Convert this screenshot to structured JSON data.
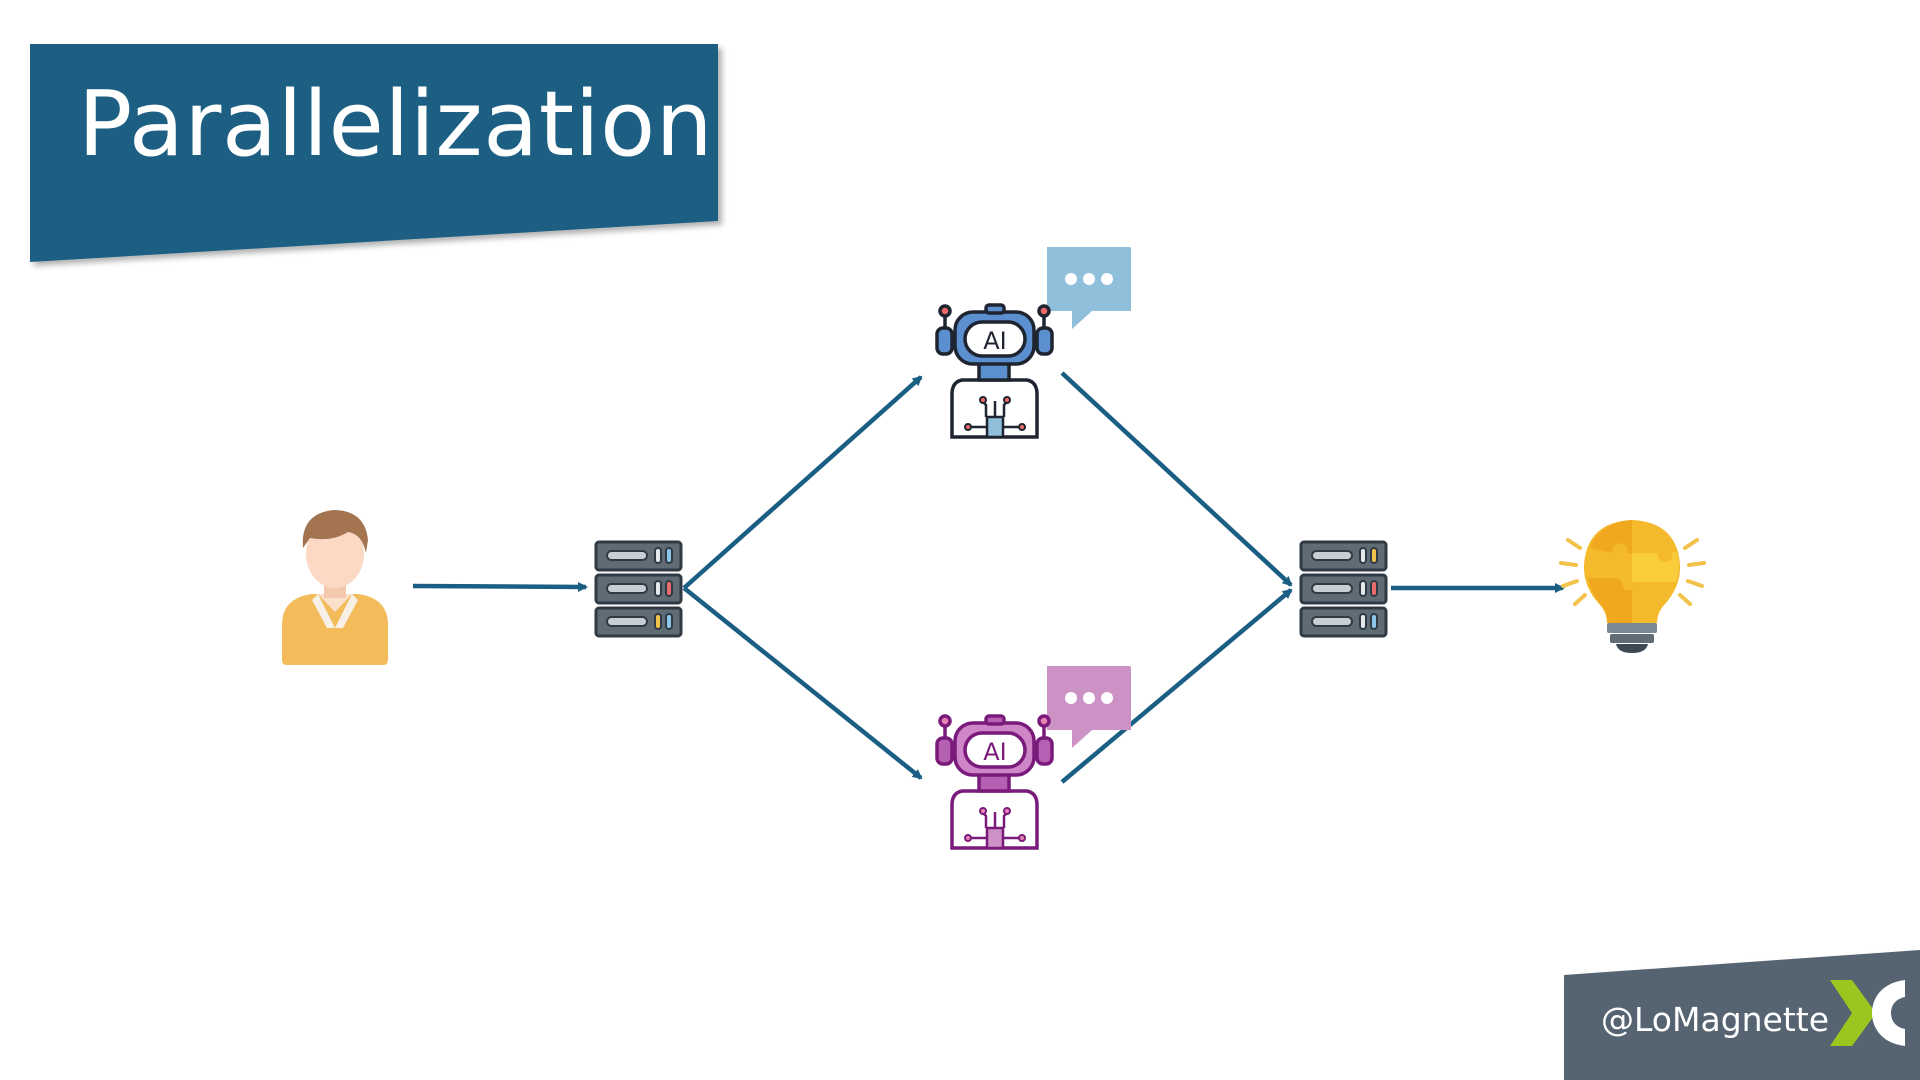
{
  "slide": {
    "title": "Parallelization",
    "handle": "@LoMagnette"
  },
  "diagram": {
    "nodes": [
      {
        "id": "user",
        "icon": "user-icon"
      },
      {
        "id": "router",
        "icon": "server-stack-icon"
      },
      {
        "id": "llm-top",
        "icon": "ai-robot-icon",
        "bubble": "speech-bubble-icon"
      },
      {
        "id": "llm-bottom",
        "icon": "ai-robot-icon",
        "bubble": "speech-bubble-icon"
      },
      {
        "id": "aggregator",
        "icon": "server-stack-icon"
      },
      {
        "id": "result",
        "icon": "lightbulb-puzzle-icon"
      }
    ],
    "edges": [
      [
        "user",
        "router"
      ],
      [
        "router",
        "llm-top"
      ],
      [
        "router",
        "llm-bottom"
      ],
      [
        "llm-top",
        "aggregator"
      ],
      [
        "llm-bottom",
        "aggregator"
      ],
      [
        "aggregator",
        "result"
      ]
    ],
    "robot_label": "AI"
  },
  "colors": {
    "banner": "#1a5f83",
    "arrow": "#1a5f83",
    "footer": "#56646f",
    "robot_top": "#5b8fcf",
    "robot_bottom": "#b560b3",
    "bubble_top": "#8fbfdb",
    "bubble_bottom": "#cc92c6",
    "logo_green": "#9bc61f"
  }
}
